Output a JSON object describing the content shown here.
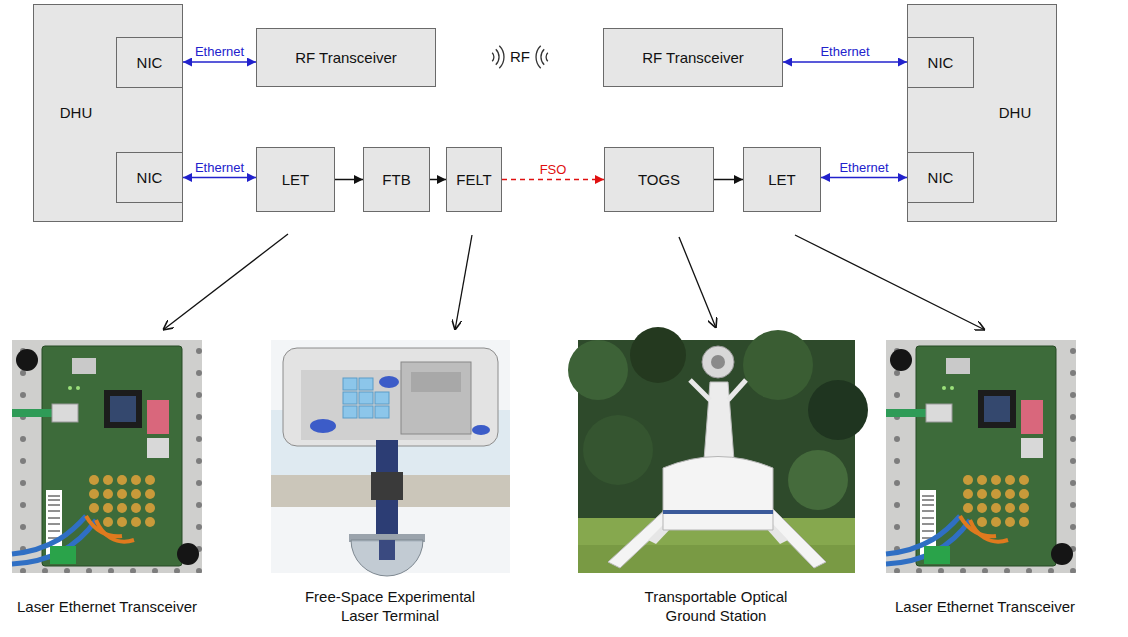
{
  "diagram": {
    "nodes": [
      {
        "text": [
          "DHU"
        ]
      },
      {
        "text": [
          "NIC"
        ],
        "in": 0
      },
      {
        "text": [
          "NIC"
        ],
        "in": 0
      },
      {
        "text": [
          "RF Transceiver"
        ]
      },
      {
        "text": [
          "RF Transceiver"
        ]
      },
      {
        "text": [
          "DHU"
        ]
      },
      {
        "text": [
          "NIC"
        ],
        "in": 5
      },
      {
        "text": [
          "NIC"
        ],
        "in": 5
      },
      {
        "text": [
          "LET"
        ]
      },
      {
        "text": [
          "FTB"
        ]
      },
      {
        "text": [
          "FELT"
        ]
      },
      {
        "text": [
          "TOGS"
        ]
      },
      {
        "text": [
          "LET"
        ]
      }
    ],
    "edges": [
      {
        "from": 1,
        "to": 3,
        "arrow": "both",
        "label": "Ethernet"
      },
      {
        "from": 4,
        "to": 6,
        "arrow": "both",
        "label": "Ethernet"
      },
      {
        "from": 2,
        "to": 8,
        "arrow": "both",
        "label": "Ethernet"
      },
      {
        "from": 8,
        "to": 9,
        "arrow": "to"
      },
      {
        "from": 9,
        "to": 10,
        "arrow": "to"
      },
      {
        "from": 10,
        "to": 11,
        "arrow": "to",
        "label": "FSO"
      },
      {
        "from": 11,
        "to": 12,
        "arrow": "to"
      },
      {
        "from": 12,
        "to": 7,
        "arrow": "both",
        "label": "Ethernet"
      }
    ],
    "labels": [
      "RF",
      "Laser Ethernet Transceiver",
      "Free-Space Experimental Laser Terminal",
      "Transportable Optical Ground Station",
      "Laser Ethernet Transceiver"
    ]
  }
}
